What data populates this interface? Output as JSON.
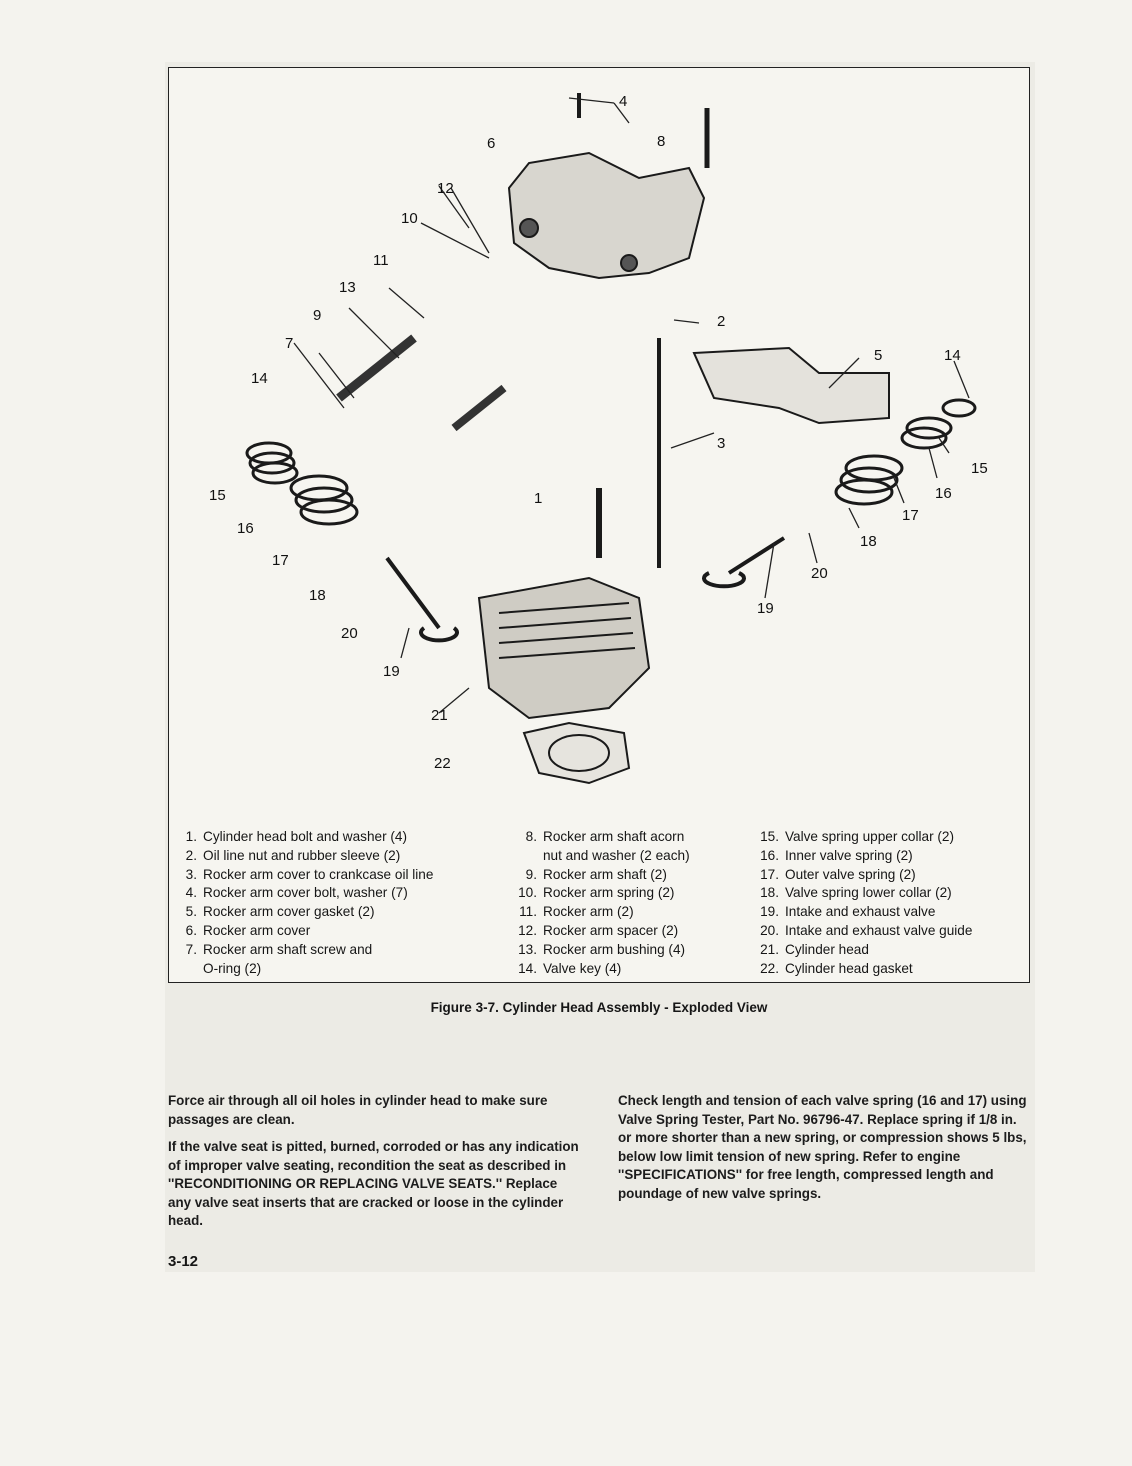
{
  "figure": {
    "callouts": [
      "1",
      "2",
      "3",
      "4",
      "5",
      "6",
      "7",
      "8",
      "9",
      "10",
      "11",
      "12",
      "13",
      "14",
      "15",
      "16",
      "17",
      "18",
      "19",
      "20",
      "21",
      "22"
    ],
    "legend_col1": [
      {
        "num": "1.",
        "text": "Cylinder head bolt and washer (4)"
      },
      {
        "num": "2.",
        "text": "Oil line nut and rubber sleeve (2)"
      },
      {
        "num": "3.",
        "text": "Rocker arm cover to crankcase oil line"
      },
      {
        "num": "4.",
        "text": "Rocker arm cover bolt, washer (7)"
      },
      {
        "num": "5.",
        "text": "Rocker arm cover gasket (2)"
      },
      {
        "num": "6.",
        "text": "Rocker arm cover"
      },
      {
        "num": "7.",
        "text": "Rocker arm shaft screw and"
      },
      {
        "num": "",
        "text": "O-ring (2)"
      }
    ],
    "legend_col2": [
      {
        "num": "8.",
        "text": "Rocker arm shaft acorn"
      },
      {
        "num": "",
        "text": "nut and washer (2 each)"
      },
      {
        "num": "9.",
        "text": "Rocker arm shaft (2)"
      },
      {
        "num": "10.",
        "text": "Rocker arm spring (2)"
      },
      {
        "num": "11.",
        "text": "Rocker arm (2)"
      },
      {
        "num": "12.",
        "text": "Rocker arm spacer (2)"
      },
      {
        "num": "13.",
        "text": "Rocker arm bushing (4)"
      },
      {
        "num": "14.",
        "text": "Valve key (4)"
      }
    ],
    "legend_col3": [
      {
        "num": "15.",
        "text": "Valve spring upper collar (2)"
      },
      {
        "num": "16.",
        "text": "Inner valve spring (2)"
      },
      {
        "num": "17.",
        "text": "Outer valve spring (2)"
      },
      {
        "num": "18.",
        "text": "Valve spring lower collar (2)"
      },
      {
        "num": "19.",
        "text": "Intake and exhaust valve"
      },
      {
        "num": "20.",
        "text": "Intake and exhaust valve guide"
      },
      {
        "num": "21.",
        "text": "Cylinder head"
      },
      {
        "num": "22.",
        "text": "Cylinder head gasket"
      }
    ],
    "caption": "Figure 3-7.  Cylinder Head Assembly - Exploded View"
  },
  "body": {
    "left_p1": "Force air through all oil holes in cylinder head to make sure passages are clean.",
    "left_p2": "If the valve seat is pitted, burned, corroded or has any indication of improper valve seating, recondition the seat as described in ''RECONDITIONING OR REPLACING VALVE SEATS.'' Replace any valve seat inserts that are cracked or loose in the cylinder head.",
    "right_p1": "Check length and tension of each valve spring (16 and 17) using Valve Spring Tester, Part No. 96796-47. Replace spring if 1/8 in. or more shorter than a new spring, or compression shows 5 lbs, below low limit tension of new spring. Refer to engine ''SPECIFICATIONS'' for free length, compressed length and poundage of new valve springs."
  },
  "page_number": "3-12"
}
